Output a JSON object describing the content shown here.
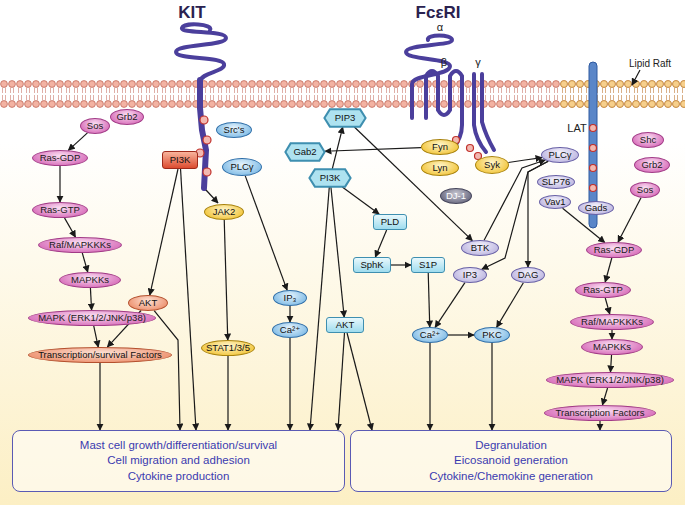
{
  "diagram": {
    "nodes": [
      {
        "text": [
          "Sos"
        ]
      },
      {
        "text": [
          "Grb2"
        ]
      },
      {
        "text": [
          "Src's"
        ]
      },
      {
        "text": [
          "Ras-GDP"
        ]
      },
      {
        "text": [
          "PI3K"
        ]
      },
      {
        "text": [
          "PLCγ"
        ]
      },
      {
        "text": [
          "Ras-GTP"
        ]
      },
      {
        "text": [
          "Raf/MAPKKKs"
        ]
      },
      {
        "text": [
          "JAK2"
        ]
      },
      {
        "text": [
          "MAPKKs"
        ]
      },
      {
        "text": [
          "AKT"
        ]
      },
      {
        "text": [
          "IP₃"
        ]
      },
      {
        "text": [
          "MAPK (ERK1/2/JNK/p38)"
        ]
      },
      {
        "text": [
          "Ca²⁺"
        ]
      },
      {
        "text": [
          "STAT1/3/5"
        ]
      },
      {
        "text": [
          "Transcription/survival Factors"
        ]
      },
      {
        "text": [
          "PIP3"
        ]
      },
      {
        "text": [
          "Fyn"
        ]
      },
      {
        "text": [
          "Gab2"
        ]
      },
      {
        "text": [
          "Syk"
        ]
      },
      {
        "text": [
          "Lyn"
        ]
      },
      {
        "text": [
          "PI3K"
        ]
      },
      {
        "text": [
          "DJ-1"
        ]
      },
      {
        "text": [
          "PLD"
        ]
      },
      {
        "text": [
          "BTK"
        ]
      },
      {
        "text": [
          "SphK"
        ]
      },
      {
        "text": [
          "S1P"
        ]
      },
      {
        "text": [
          "IP3"
        ]
      },
      {
        "text": [
          "DAG"
        ]
      },
      {
        "text": [
          "AKT"
        ]
      },
      {
        "text": [
          "Ca²⁺"
        ]
      },
      {
        "text": [
          "PKC"
        ]
      },
      {
        "text": [
          "PLCγ"
        ]
      },
      {
        "text": [
          "Shc"
        ]
      },
      {
        "text": [
          "Grb2"
        ]
      },
      {
        "text": [
          "SLP76"
        ]
      },
      {
        "text": [
          "Sos"
        ]
      },
      {
        "text": [
          "Vav1"
        ]
      },
      {
        "text": [
          "Gads"
        ]
      },
      {
        "text": [
          "Ras-GDP"
        ]
      },
      {
        "text": [
          "Ras-GTP"
        ]
      },
      {
        "text": [
          "Raf/MAPKKKs"
        ]
      },
      {
        "text": [
          "MAPKKs"
        ]
      },
      {
        "text": [
          "MAPK (ERK1/2/JNK/p38)"
        ]
      },
      {
        "text": [
          "Transcription Factors"
        ]
      },
      {
        "text": [
          "Mast cell growth/differentiation/survival",
          "Cell migration and adhesion",
          "Cytokine production"
        ]
      },
      {
        "text": [
          "Degranulation",
          "Eicosanoid generation",
          "Cytokine/Chemokine generation"
        ]
      }
    ],
    "edges": [
      {
        "from": 0,
        "to": 3,
        "arrow": "to"
      },
      {
        "from": 3,
        "to": 6,
        "arrow": "to"
      },
      {
        "from": 6,
        "to": 7,
        "arrow": "to"
      },
      {
        "from": 7,
        "to": 9,
        "arrow": "to"
      },
      {
        "from": 9,
        "to": 12,
        "arrow": "to"
      },
      {
        "from": 12,
        "to": 15,
        "arrow": "to"
      },
      {
        "from": 4,
        "to": 10,
        "arrow": "to"
      },
      {
        "from": 4,
        "to": 45,
        "arrow": "to"
      },
      {
        "from": 8,
        "to": 14,
        "arrow": "to"
      },
      {
        "from": 10,
        "to": 15,
        "arrow": "to"
      },
      {
        "from": 10,
        "to": 45,
        "arrow": "to"
      },
      {
        "from": 15,
        "to": 45,
        "arrow": "to"
      },
      {
        "from": 14,
        "to": 45,
        "arrow": "to"
      },
      {
        "from": 5,
        "to": 11,
        "arrow": "to"
      },
      {
        "from": 11,
        "to": 13,
        "arrow": "to"
      },
      {
        "from": 13,
        "to": 45,
        "arrow": "to"
      },
      {
        "from": 21,
        "to": 16,
        "arrow": "to"
      },
      {
        "from": 16,
        "to": 24,
        "arrow": "to"
      },
      {
        "from": 17,
        "to": 18,
        "arrow": "to"
      },
      {
        "from": 21,
        "to": 23,
        "arrow": "to"
      },
      {
        "from": 21,
        "to": 29,
        "arrow": "to"
      },
      {
        "from": 21,
        "to": 45,
        "arrow": "to"
      },
      {
        "from": 23,
        "to": 25,
        "arrow": "to"
      },
      {
        "from": 25,
        "to": 26,
        "arrow": "to"
      },
      {
        "from": 26,
        "to": 30,
        "arrow": "to"
      },
      {
        "from": 29,
        "to": 45,
        "arrow": "to"
      },
      {
        "from": 29,
        "to": 46,
        "arrow": "to"
      },
      {
        "from": 19,
        "to": 32,
        "arrow": "to"
      },
      {
        "from": 24,
        "to": 32,
        "arrow": "to"
      },
      {
        "from": 32,
        "to": 27,
        "arrow": "to"
      },
      {
        "from": 32,
        "to": 28,
        "arrow": "to"
      },
      {
        "from": 27,
        "to": 30,
        "arrow": "to"
      },
      {
        "from": 28,
        "to": 31,
        "arrow": "to"
      },
      {
        "from": 30,
        "to": 31,
        "arrow": "to"
      },
      {
        "from": 30,
        "to": 46,
        "arrow": "to"
      },
      {
        "from": 31,
        "to": 46,
        "arrow": "to"
      },
      {
        "from": 37,
        "to": 39,
        "arrow": "to"
      },
      {
        "from": 36,
        "to": 39,
        "arrow": "to"
      },
      {
        "from": 39,
        "to": 40,
        "arrow": "to"
      },
      {
        "from": 40,
        "to": 41,
        "arrow": "to"
      },
      {
        "from": 41,
        "to": 42,
        "arrow": "to"
      },
      {
        "from": 42,
        "to": 43,
        "arrow": "to"
      },
      {
        "from": 43,
        "to": 44,
        "arrow": "to"
      },
      {
        "from": 44,
        "to": 46,
        "arrow": "to"
      }
    ],
    "labels": [
      "KIT",
      "FcεRI",
      "α",
      "β",
      "γ",
      "Lipid Raft",
      "LAT"
    ]
  }
}
